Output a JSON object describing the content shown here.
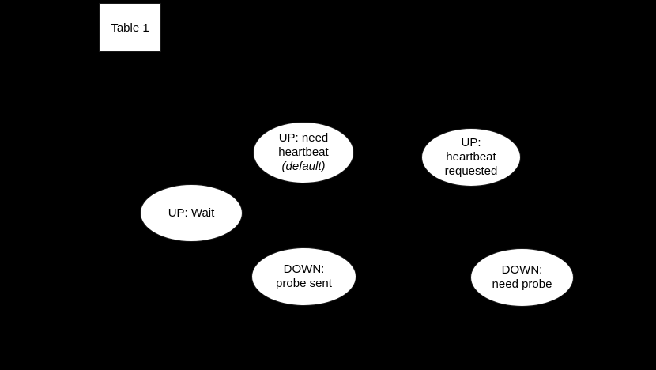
{
  "diagram": {
    "background_color": "#000000",
    "node_fill_color": "#ffffff",
    "node_border_color": "#1a1a1a",
    "node_text_color": "#000000",
    "table_box": {
      "label": "Table 1"
    },
    "nodes": [
      {
        "id": "up-need-heartbeat",
        "lines": [
          "UP: need",
          "heartbeat",
          "(default)"
        ]
      },
      {
        "id": "up-heartbeat-requested",
        "lines": [
          "UP:",
          "heartbeat",
          "requested"
        ]
      },
      {
        "id": "up-wait",
        "lines": [
          "UP: Wait"
        ]
      },
      {
        "id": "down-probe-sent",
        "lines": [
          "DOWN:",
          "probe sent"
        ]
      },
      {
        "id": "down-need-probe",
        "lines": [
          "DOWN:",
          "need probe"
        ]
      }
    ]
  }
}
